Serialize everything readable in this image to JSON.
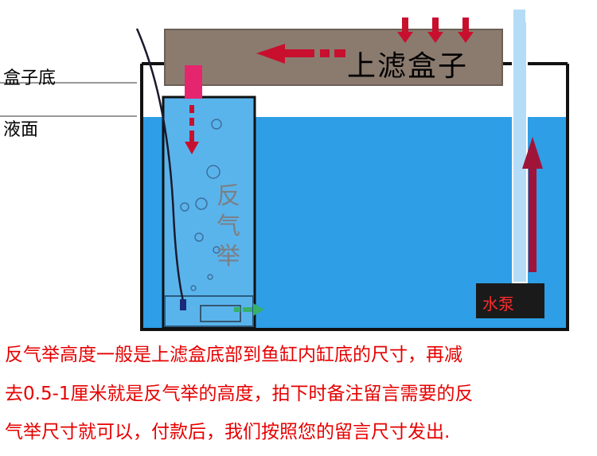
{
  "labels": {
    "box_bottom": "盒子底",
    "water_level": "液面",
    "top_filter_box": "上滤盒子",
    "reverse_lift_chars": [
      "反",
      "气",
      "举"
    ],
    "water_pump": "水泵"
  },
  "caption": {
    "line1": "反气举高度一般是上滤盒底部到鱼缸内缸底的尺寸，再减",
    "line2": "去0.5-1厘米就是反气举的高度，拍下时备注留言需要的反",
    "line3": "气举尺寸就可以，付款后，我们按照您的留言尺寸发出."
  },
  "colors": {
    "water": "#2e9ee6",
    "filter_box": "#8b7b6f",
    "arrow": "#c8102e",
    "pump": "#1a1a1a",
    "caption_text": "#e60000",
    "reverse_outlet": "#e5266e"
  }
}
